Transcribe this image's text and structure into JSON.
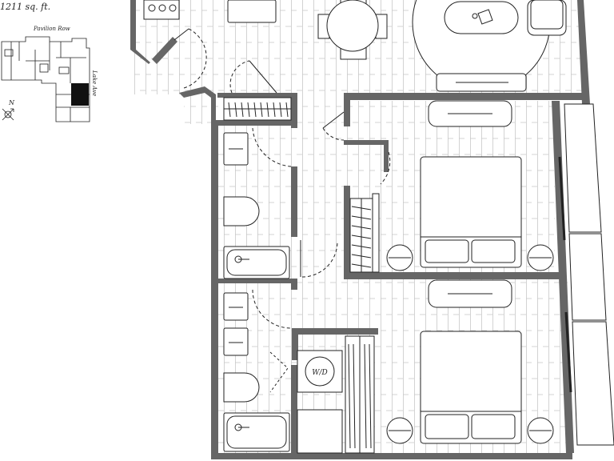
{
  "area_label": "1211 sq. ft.",
  "keyplan": {
    "street_top": "Pavilion Row",
    "street_side": "Lake Ave",
    "north_label": "N"
  },
  "appliance_label": "W/D",
  "colors": {
    "wall": "#666666",
    "line": "#222222",
    "floor": "#c8c8c8",
    "highlight": "#111111"
  }
}
